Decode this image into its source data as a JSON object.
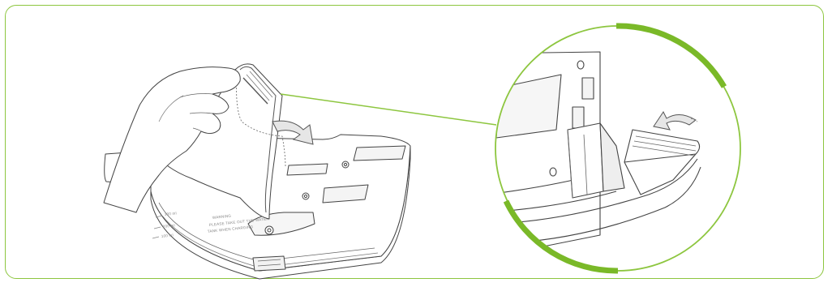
{
  "colors": {
    "accent": "#8dc63f",
    "accent_dark": "#7ab928",
    "line": "#444444",
    "arrow_fill": "#e6e6e6"
  },
  "labels": {
    "warning_title": "WARNING",
    "warning_line1": "PLEASE TAKE OUT THE WATER",
    "warning_line2": "TANK WHEN CHARGING",
    "level_1": "300 ml",
    "level_2": "200 ml",
    "level_3": "100 ml"
  },
  "icons": {
    "pull_arrow": "curved-arrow-right",
    "attach_arrow": "curved-arrow-left"
  }
}
